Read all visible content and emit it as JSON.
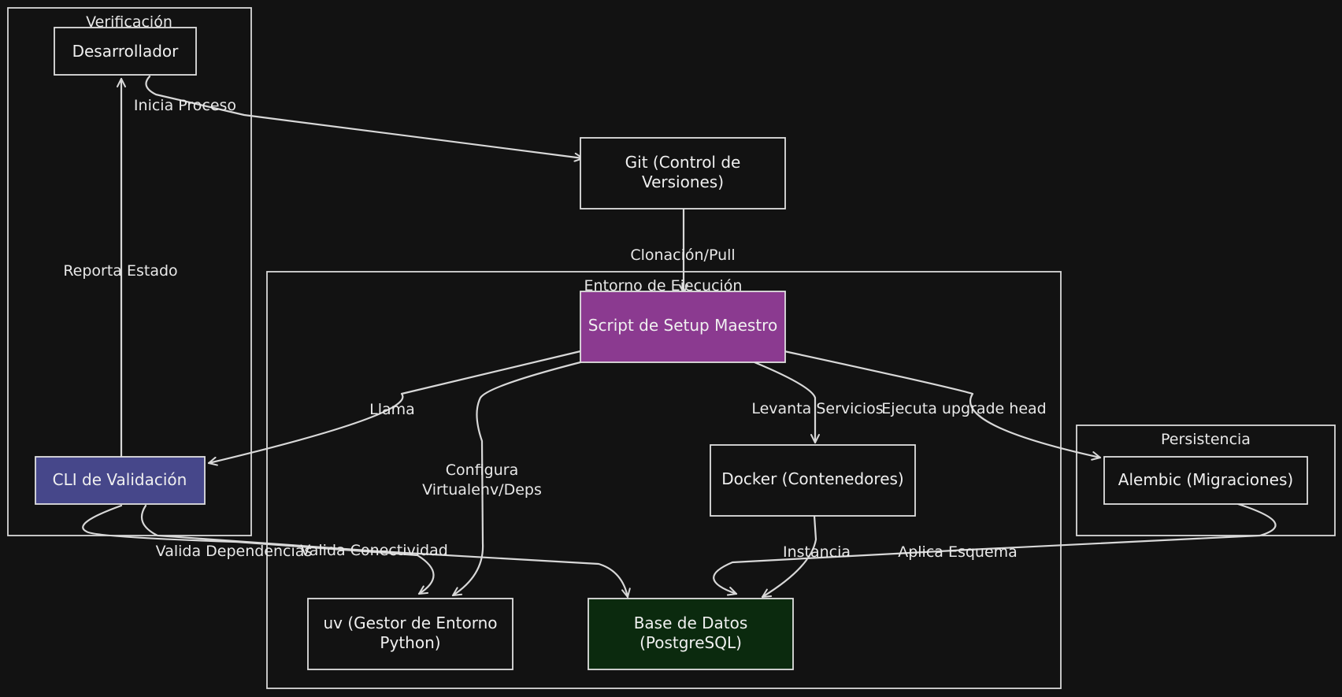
{
  "colors": {
    "background": "#121212",
    "stroke": "#d8d8d8",
    "script_fill": "#8b3a90",
    "cli_fill": "#46478a",
    "db_fill": "#0b2a0e",
    "default_fill": "#121212"
  },
  "groups": {
    "verificacion": "Verificación",
    "entorno": "Entorno de Ejecución",
    "persistencia": "Persistencia"
  },
  "nodes": {
    "desarrollador": "Desarrollador",
    "git_line1": "Git (Control de",
    "git_line2": "Versiones)",
    "script": "Script de Setup Maestro",
    "cli": "CLI de Validación",
    "docker": "Docker (Contenedores)",
    "alembic": "Alembic (Migraciones)",
    "uv_line1": "uv (Gestor de Entorno",
    "uv_line2": "Python)",
    "db_line1": "Base de Datos",
    "db_line2": "(PostgreSQL)"
  },
  "edges": {
    "inicia_proceso": "Inicia Proceso",
    "clonacion": "Clonación/Pull",
    "reporta_estado": "Reporta Estado",
    "llama": "Llama",
    "configura_line1": "Configura",
    "configura_line2": "Virtualenv/Deps",
    "levanta_servicios": "Levanta Servicios",
    "ejecuta_upgrade": "Ejecuta upgrade head",
    "valida_dependencias": "Valida Dependencias",
    "valida_conectividad": "Valida Conectividad",
    "instancia": "Instancia",
    "aplica_esquema": "Aplica Esquema"
  }
}
